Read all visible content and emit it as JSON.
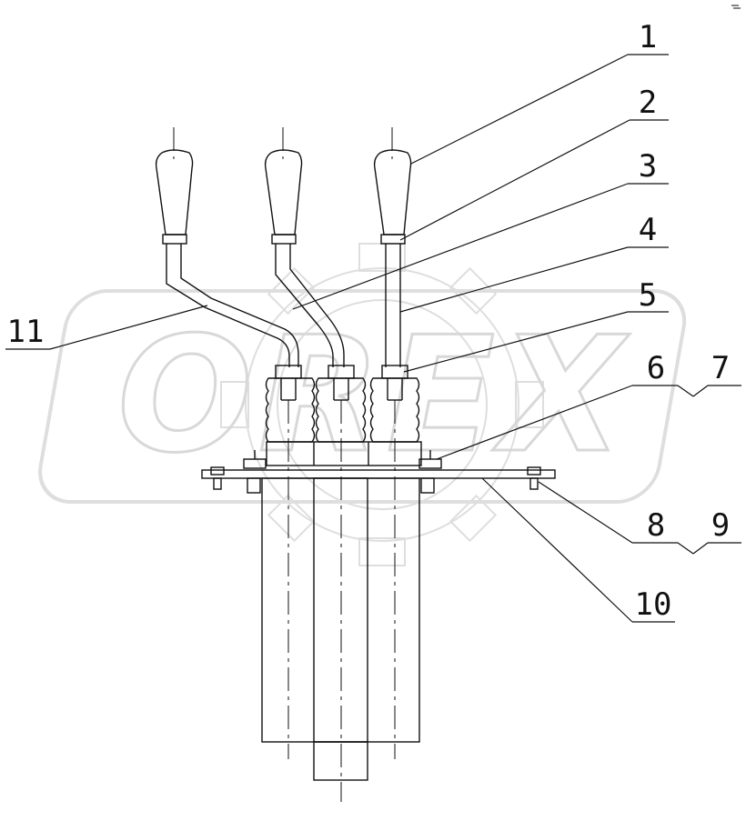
{
  "watermark": {
    "text": "OREX"
  },
  "callouts": [
    {
      "id": "1",
      "label": "1"
    },
    {
      "id": "2",
      "label": "2"
    },
    {
      "id": "3",
      "label": "3"
    },
    {
      "id": "4",
      "label": "4"
    },
    {
      "id": "5",
      "label": "5"
    },
    {
      "id": "6",
      "label": "6"
    },
    {
      "id": "7",
      "label": "7"
    },
    {
      "id": "8",
      "label": "8"
    },
    {
      "id": "9",
      "label": "9"
    },
    {
      "id": "10",
      "label": "10"
    },
    {
      "id": "11",
      "label": "11"
    }
  ],
  "colors": {
    "line": "#111111",
    "watermark": "#d6d6d6",
    "background": "#ffffff"
  }
}
